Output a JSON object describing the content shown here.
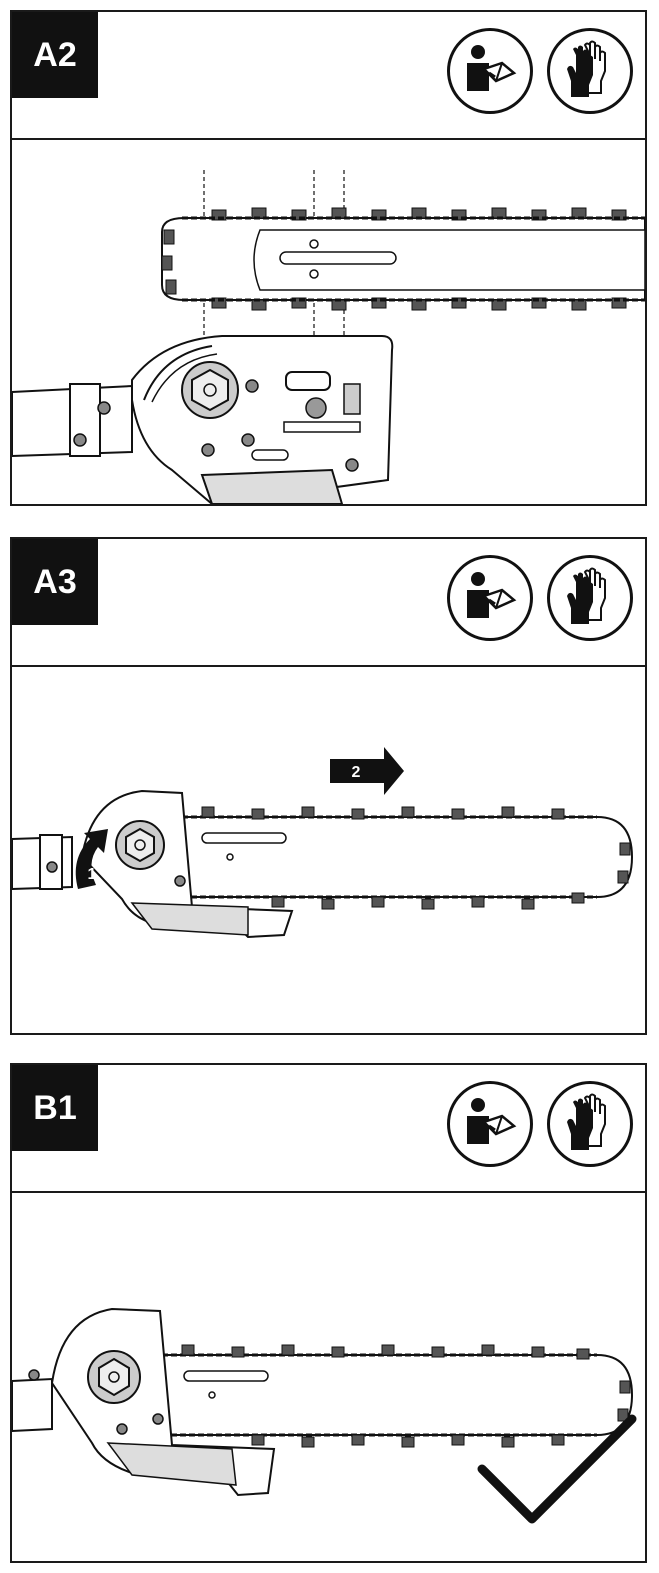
{
  "panels": [
    {
      "step_label": "A2",
      "icons": [
        "read-manual-icon",
        "wear-gloves-icon"
      ]
    },
    {
      "step_label": "A3",
      "icons": [
        "read-manual-icon",
        "wear-gloves-icon"
      ],
      "arrows": [
        {
          "label": "1"
        },
        {
          "label": "2"
        }
      ]
    },
    {
      "step_label": "B1",
      "icons": [
        "read-manual-icon",
        "wear-gloves-icon"
      ],
      "checkmark": "checkmark-icon"
    }
  ],
  "colors": {
    "ink": "#111111",
    "paper": "#ffffff",
    "gray": "#bbbbbb"
  }
}
